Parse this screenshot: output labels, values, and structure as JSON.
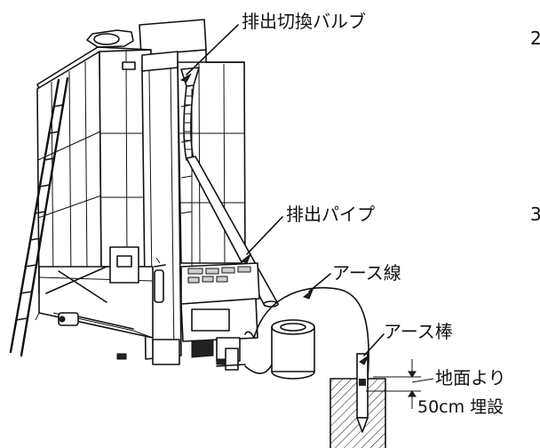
{
  "labels": {
    "discharge_valve": "排出切換バルブ",
    "discharge_pipe": "排出パイプ",
    "earth_wire": "アース線",
    "earth_rod": "アース棒",
    "depth_line1": "地面より",
    "depth_line2": "50cm 埋設"
  },
  "page_numbers": [
    "2",
    "3"
  ]
}
